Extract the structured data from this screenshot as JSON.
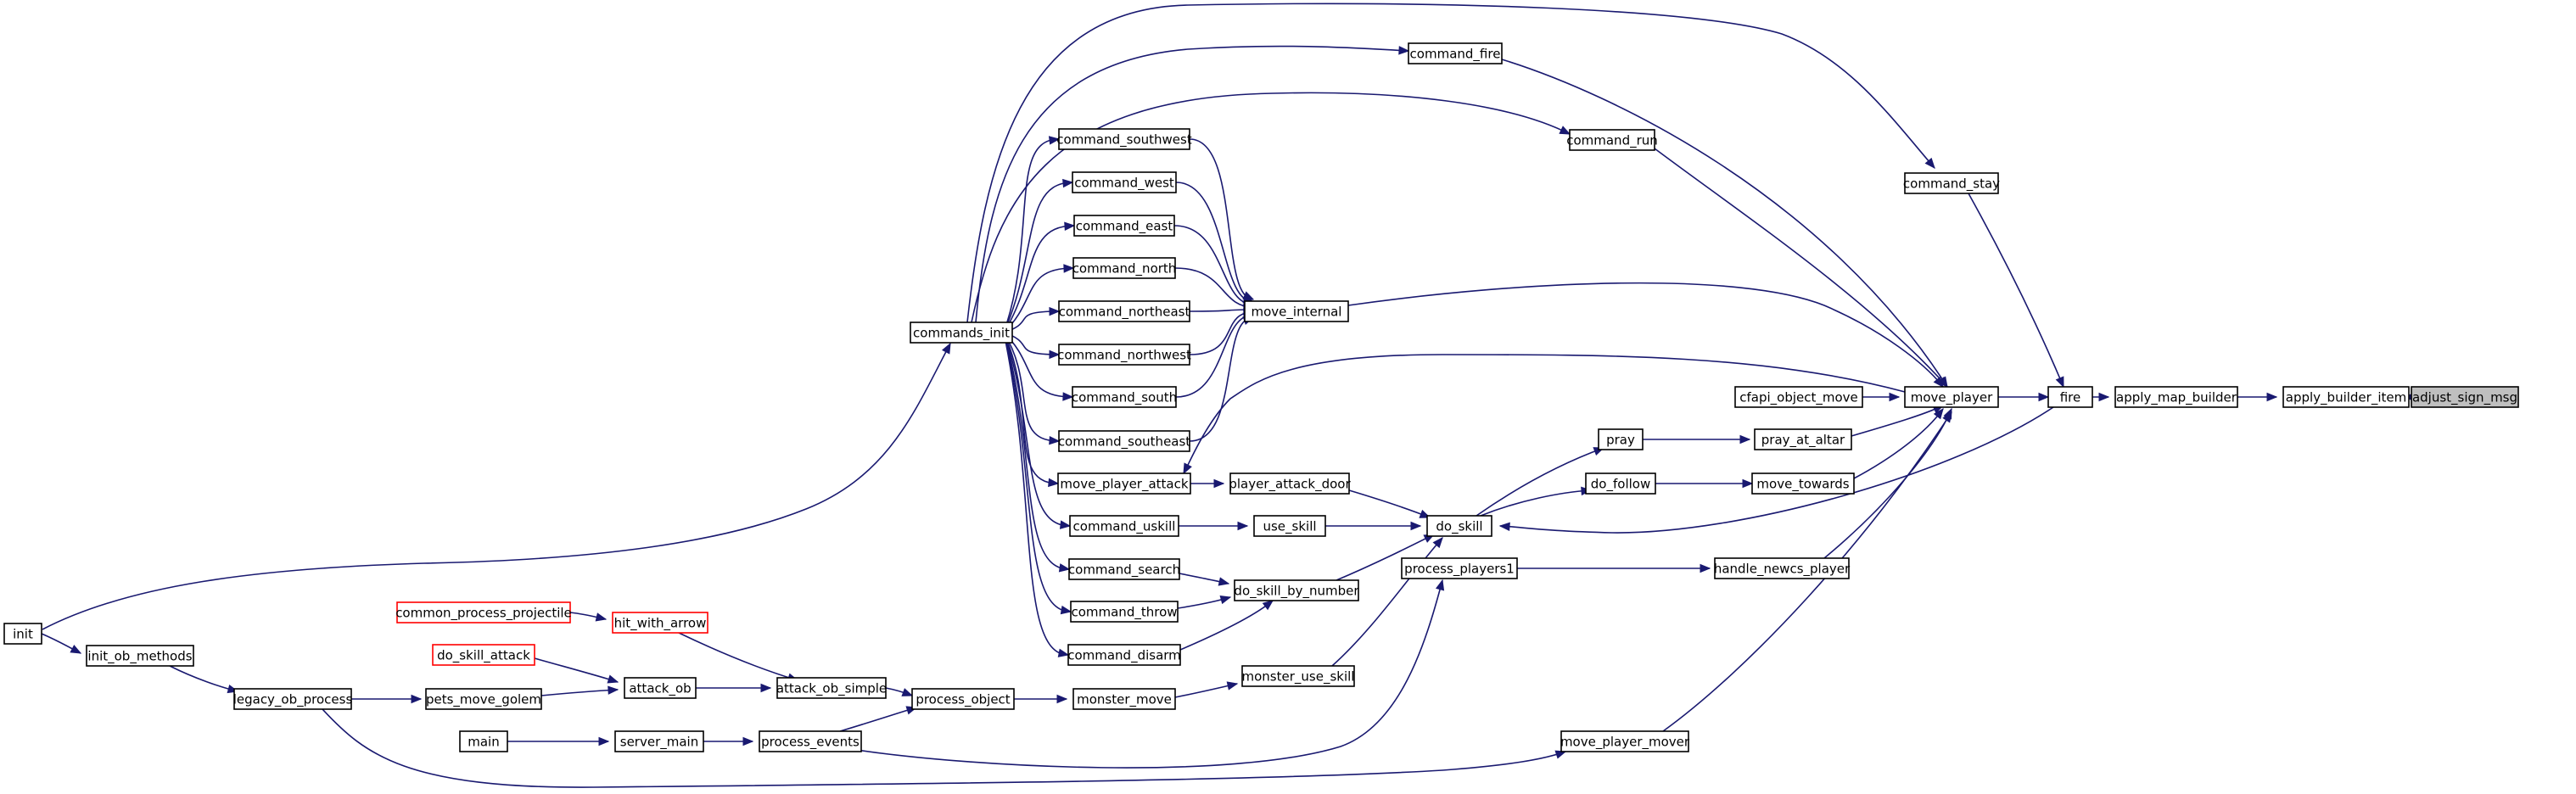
{
  "graph": {
    "title": "",
    "colors": {
      "edge": "#191970",
      "node_border": "#000000",
      "truncated_border": "#ff0000",
      "root_fill": "#bfbfbf"
    },
    "nodes": [
      {
        "id": "adjust_sign_msg",
        "label": "adjust_sign_msg",
        "style": "root"
      },
      {
        "id": "apply_builder_item",
        "label": "apply_builder_item"
      },
      {
        "id": "apply_map_builder",
        "label": "apply_map_builder"
      },
      {
        "id": "fire",
        "label": "fire"
      },
      {
        "id": "command_stay",
        "label": "command_stay"
      },
      {
        "id": "move_player",
        "label": "move_player"
      },
      {
        "id": "command_fire",
        "label": "command_fire"
      },
      {
        "id": "command_run",
        "label": "command_run"
      },
      {
        "id": "cfapi_object_move",
        "label": "cfapi_object_move"
      },
      {
        "id": "pray_at_altar",
        "label": "pray_at_altar"
      },
      {
        "id": "pray",
        "label": "pray"
      },
      {
        "id": "move_towards",
        "label": "move_towards"
      },
      {
        "id": "do_follow",
        "label": "do_follow"
      },
      {
        "id": "handle_newcs_player",
        "label": "handle_newcs_player"
      },
      {
        "id": "move_player_mover",
        "label": "move_player_mover"
      },
      {
        "id": "move_internal",
        "label": "move_internal"
      },
      {
        "id": "do_skill",
        "label": "do_skill"
      },
      {
        "id": "process_players1",
        "label": "process_players1"
      },
      {
        "id": "command_southwest",
        "label": "command_southwest"
      },
      {
        "id": "command_west",
        "label": "command_west"
      },
      {
        "id": "command_east",
        "label": "command_east"
      },
      {
        "id": "command_north",
        "label": "command_north"
      },
      {
        "id": "command_northeast",
        "label": "command_northeast"
      },
      {
        "id": "command_northwest",
        "label": "command_northwest"
      },
      {
        "id": "command_south",
        "label": "command_south"
      },
      {
        "id": "command_southeast",
        "label": "command_southeast"
      },
      {
        "id": "move_player_attack",
        "label": "move_player_attack"
      },
      {
        "id": "player_attack_door",
        "label": "player_attack_door"
      },
      {
        "id": "command_uskill",
        "label": "command_uskill"
      },
      {
        "id": "use_skill",
        "label": "use_skill"
      },
      {
        "id": "command_search",
        "label": "command_search"
      },
      {
        "id": "do_skill_by_number",
        "label": "do_skill_by_number"
      },
      {
        "id": "command_throw",
        "label": "command_throw"
      },
      {
        "id": "command_disarm",
        "label": "command_disarm"
      },
      {
        "id": "monster_use_skill",
        "label": "monster_use_skill"
      },
      {
        "id": "monster_move",
        "label": "monster_move"
      },
      {
        "id": "process_object",
        "label": "process_object"
      },
      {
        "id": "attack_ob_simple",
        "label": "attack_ob_simple"
      },
      {
        "id": "hit_with_arrow",
        "label": "hit_with_arrow",
        "style": "truncated"
      },
      {
        "id": "common_process_projectile",
        "label": "common_process_projectile",
        "style": "truncated"
      },
      {
        "id": "attack_ob",
        "label": "attack_ob"
      },
      {
        "id": "do_skill_attack",
        "label": "do_skill_attack",
        "style": "truncated"
      },
      {
        "id": "pets_move_golem",
        "label": "pets_move_golem"
      },
      {
        "id": "legacy_ob_process",
        "label": "legacy_ob_process"
      },
      {
        "id": "init_ob_methods",
        "label": "init_ob_methods"
      },
      {
        "id": "init",
        "label": "init"
      },
      {
        "id": "commands_init",
        "label": "commands_init"
      },
      {
        "id": "process_events",
        "label": "process_events"
      },
      {
        "id": "server_main",
        "label": "server_main"
      },
      {
        "id": "main",
        "label": "main"
      }
    ],
    "edges": [
      {
        "from": "apply_builder_item",
        "to": "adjust_sign_msg"
      },
      {
        "from": "apply_map_builder",
        "to": "apply_builder_item"
      },
      {
        "from": "fire",
        "to": "apply_map_builder"
      },
      {
        "from": "command_stay",
        "to": "fire"
      },
      {
        "from": "move_player",
        "to": "fire"
      },
      {
        "from": "command_fire",
        "to": "move_player"
      },
      {
        "from": "command_run",
        "to": "move_player"
      },
      {
        "from": "cfapi_object_move",
        "to": "move_player"
      },
      {
        "from": "pray_at_altar",
        "to": "move_player"
      },
      {
        "from": "move_towards",
        "to": "move_player"
      },
      {
        "from": "handle_newcs_player",
        "to": "move_player"
      },
      {
        "from": "move_player_mover",
        "to": "move_player"
      },
      {
        "from": "move_internal",
        "to": "move_player"
      },
      {
        "from": "move_player",
        "to": "move_player_attack"
      },
      {
        "from": "pray",
        "to": "pray_at_altar"
      },
      {
        "from": "do_skill",
        "to": "pray"
      },
      {
        "from": "do_follow",
        "to": "move_towards"
      },
      {
        "from": "do_skill",
        "to": "do_follow"
      },
      {
        "from": "fire",
        "to": "do_skill"
      },
      {
        "from": "process_players1",
        "to": "handle_newcs_player"
      },
      {
        "from": "player_attack_door",
        "to": "do_skill"
      },
      {
        "from": "use_skill",
        "to": "do_skill"
      },
      {
        "from": "do_skill_by_number",
        "to": "do_skill"
      },
      {
        "from": "monster_use_skill",
        "to": "do_skill"
      },
      {
        "from": "command_southwest",
        "to": "move_internal"
      },
      {
        "from": "command_west",
        "to": "move_internal"
      },
      {
        "from": "command_east",
        "to": "move_internal"
      },
      {
        "from": "command_north",
        "to": "move_internal"
      },
      {
        "from": "command_northeast",
        "to": "move_internal"
      },
      {
        "from": "command_northwest",
        "to": "move_internal"
      },
      {
        "from": "command_south",
        "to": "move_internal"
      },
      {
        "from": "command_southeast",
        "to": "move_internal"
      },
      {
        "from": "move_player_attack",
        "to": "player_attack_door"
      },
      {
        "from": "command_uskill",
        "to": "use_skill"
      },
      {
        "from": "command_search",
        "to": "do_skill_by_number"
      },
      {
        "from": "command_throw",
        "to": "do_skill_by_number"
      },
      {
        "from": "command_disarm",
        "to": "do_skill_by_number"
      },
      {
        "from": "monster_move",
        "to": "monster_use_skill"
      },
      {
        "from": "process_object",
        "to": "monster_move"
      },
      {
        "from": "attack_ob_simple",
        "to": "process_object"
      },
      {
        "from": "process_events",
        "to": "process_object"
      },
      {
        "from": "process_events",
        "to": "process_players1"
      },
      {
        "from": "hit_with_arrow",
        "to": "attack_ob_simple"
      },
      {
        "from": "attack_ob",
        "to": "attack_ob_simple"
      },
      {
        "from": "common_process_projectile",
        "to": "hit_with_arrow"
      },
      {
        "from": "do_skill_attack",
        "to": "attack_ob"
      },
      {
        "from": "pets_move_golem",
        "to": "attack_ob"
      },
      {
        "from": "legacy_ob_process",
        "to": "pets_move_golem"
      },
      {
        "from": "legacy_ob_process",
        "to": "move_player_mover"
      },
      {
        "from": "init_ob_methods",
        "to": "legacy_ob_process"
      },
      {
        "from": "init",
        "to": "init_ob_methods"
      },
      {
        "from": "init",
        "to": "commands_init"
      },
      {
        "from": "server_main",
        "to": "process_events"
      },
      {
        "from": "main",
        "to": "server_main"
      },
      {
        "from": "commands_init",
        "to": "command_fire"
      },
      {
        "from": "commands_init",
        "to": "command_run"
      },
      {
        "from": "commands_init",
        "to": "command_stay"
      },
      {
        "from": "commands_init",
        "to": "command_southwest"
      },
      {
        "from": "commands_init",
        "to": "command_west"
      },
      {
        "from": "commands_init",
        "to": "command_east"
      },
      {
        "from": "commands_init",
        "to": "command_north"
      },
      {
        "from": "commands_init",
        "to": "command_northeast"
      },
      {
        "from": "commands_init",
        "to": "command_northwest"
      },
      {
        "from": "commands_init",
        "to": "command_south"
      },
      {
        "from": "commands_init",
        "to": "command_southeast"
      },
      {
        "from": "commands_init",
        "to": "move_player_attack"
      },
      {
        "from": "commands_init",
        "to": "command_uskill"
      },
      {
        "from": "commands_init",
        "to": "command_search"
      },
      {
        "from": "commands_init",
        "to": "command_throw"
      },
      {
        "from": "commands_init",
        "to": "command_disarm"
      }
    ]
  }
}
